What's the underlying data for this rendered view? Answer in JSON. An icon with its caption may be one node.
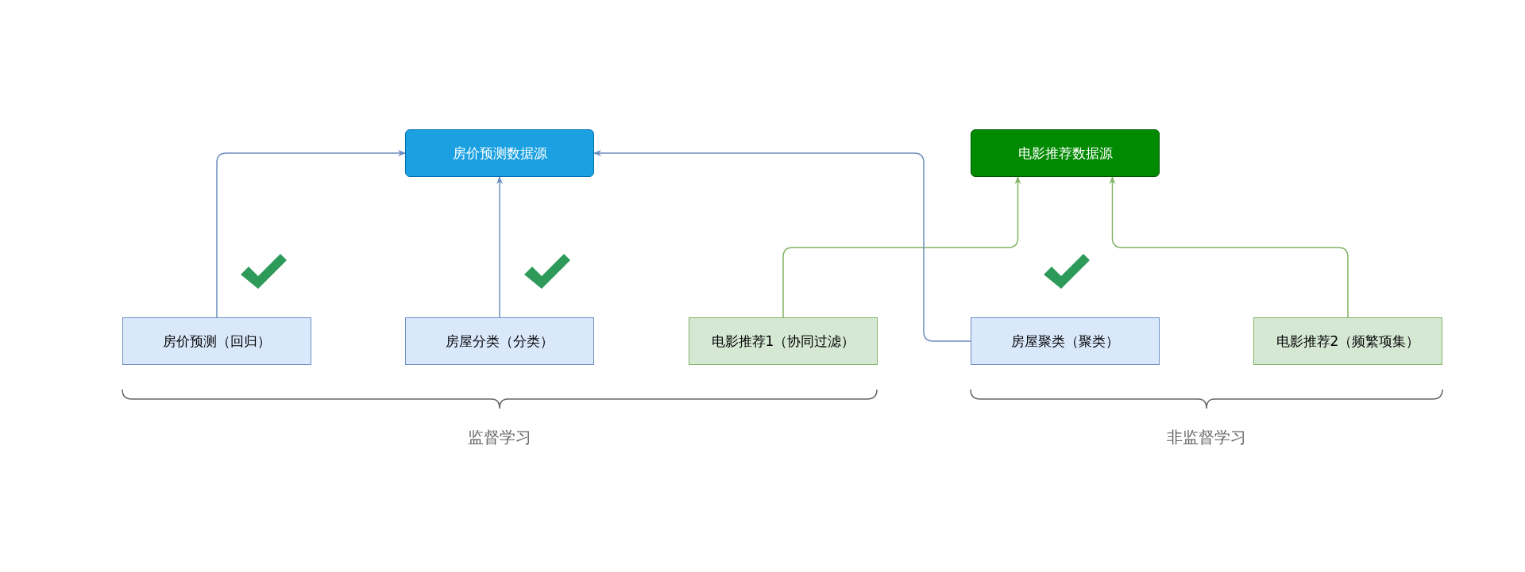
{
  "diagram": {
    "nodes": [
      {
        "text": [
          "房价预测数据源"
        ]
      },
      {
        "text": [
          "电影推荐数据源"
        ]
      },
      {
        "text": [
          "房价预测（回归）"
        ]
      },
      {
        "text": [
          "房屋分类（分类）"
        ]
      },
      {
        "text": [
          "电影推荐1（协同过滤）"
        ]
      },
      {
        "text": [
          "房屋聚类（聚类）"
        ]
      },
      {
        "text": [
          "电影推荐2（频繁项集）"
        ]
      }
    ],
    "edges": [
      {
        "from": 2,
        "to": 0,
        "arrow": "to"
      },
      {
        "from": 3,
        "to": 0,
        "arrow": "to"
      },
      {
        "from": 4,
        "to": 1,
        "arrow": "to",
        "color": "#82b366"
      },
      {
        "from": 5,
        "to": 0,
        "arrow": "to"
      },
      {
        "from": 6,
        "to": 1,
        "arrow": "to",
        "color": "#82b366"
      }
    ],
    "labels": [
      "监督学习",
      "非监督学习"
    ]
  }
}
